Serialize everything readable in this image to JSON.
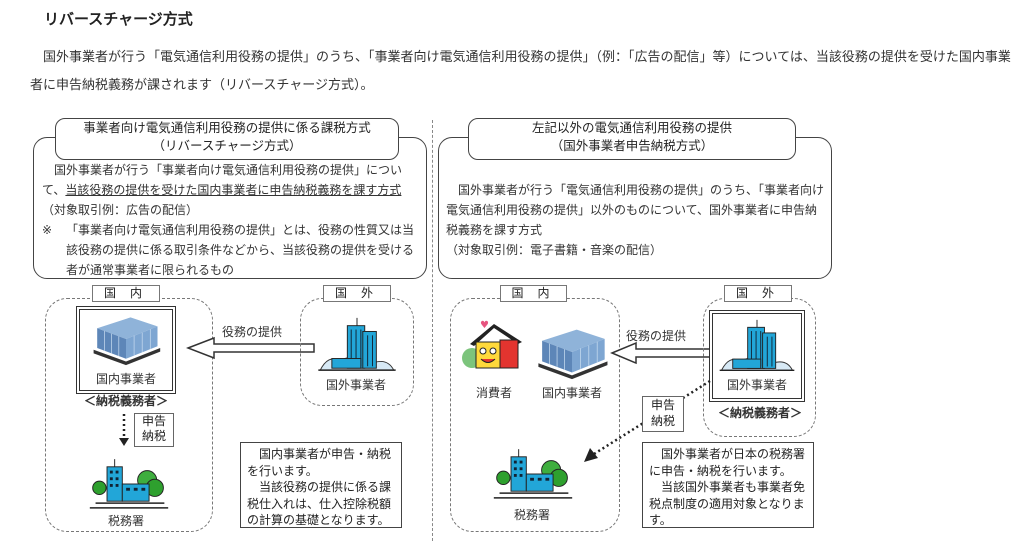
{
  "heading": "リバースチャージ方式",
  "intro": "国外事業者が行う「電気通信利用役務の提供」のうち、「事業者向け電気通信利用役務の提供」（例：「広告の配信」等）については、当該役務の提供を受けた国内事業者に申告納税義務が課されます（リバースチャージ方式）。",
  "left": {
    "title_line1": "事業者向け電気通信利用役務の提供に係る課税方式",
    "title_line2": "（リバースチャージ方式）",
    "body_pre": "　国外事業者が行う「事業者向け電気通信利用役務の提供」について、",
    "body_underlined": "当該役務の提供を受けた国内事業者に申告納税義務を課す方式",
    "body_post": "（対象取引例：広告の配信）",
    "note_mark": "※",
    "note_text": "「事業者向け電気通信利用役務の提供」とは、役務の性質又は当該役務の提供に係る取引条件などから、当該役務の提供を受ける者が通常事業者に限られるもの",
    "domestic_label": "国内",
    "foreign_label": "国外",
    "domestic_business": "国内事業者",
    "taxpayer_label": "＜納税義務者＞",
    "service_label": "役務の提供",
    "foreign_business": "国外事業者",
    "filing_line1": "申告",
    "filing_line2": "納税",
    "tax_office": "税務署",
    "explanation_1": "　国内事業者が申告・納税を行います。",
    "explanation_2": "　当該役務の提供に係る課税仕入れは、仕入控除税額の計算の基礎となります。"
  },
  "right": {
    "title_line1": "左記以外の電気通信利用役務の提供",
    "title_line2": "（国外事業者申告納税方式）",
    "body": "　国外事業者が行う「電気通信利用役務の提供」のうち、「事業者向け電気通信利用役務の提供」以外のものについて、国外事業者に申告納税義務を課す方式",
    "body_example": "（対象取引例：電子書籍・音楽の配信）",
    "domestic_label": "国内",
    "foreign_label": "国外",
    "consumer": "消費者",
    "domestic_business": "国内事業者",
    "service_label": "役務の提供",
    "foreign_business": "国外事業者",
    "taxpayer_label": "＜納税義務者＞",
    "filing_line1": "申告",
    "filing_line2": "納税",
    "tax_office": "税務署",
    "explanation_1": "　国外事業者が日本の税務署に申告・納税を行います。",
    "explanation_2": "　当該国外事業者も事業者免税点制度の適用対象となります。"
  }
}
